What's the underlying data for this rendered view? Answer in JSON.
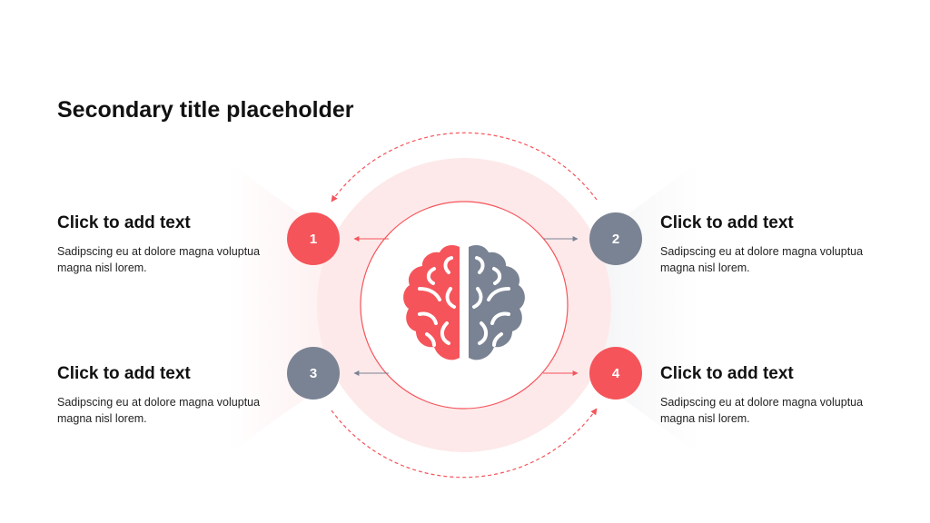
{
  "title": "Secondary title placeholder",
  "colors": {
    "accent": "#F5545B",
    "secondary": "#7A8393",
    "ring": "#FDE9EA"
  },
  "items": [
    {
      "number": "1",
      "heading": "Click to add text",
      "body": "Sadipscing eu at dolore magna voluptua magna nisl lorem.",
      "color": "#F5545B"
    },
    {
      "number": "2",
      "heading": "Click to add text",
      "body": "Sadipscing eu at dolore magna voluptua magna nisl lorem.",
      "color": "#7A8393"
    },
    {
      "number": "3",
      "heading": "Click to add text",
      "body": "Sadipscing eu at dolore magna voluptua magna nisl lorem.",
      "color": "#7A8393"
    },
    {
      "number": "4",
      "heading": "Click to add text",
      "body": "Sadipscing eu at dolore magna voluptua magna nisl lorem.",
      "color": "#F5545B"
    }
  ],
  "center_icon": "brain-icon"
}
